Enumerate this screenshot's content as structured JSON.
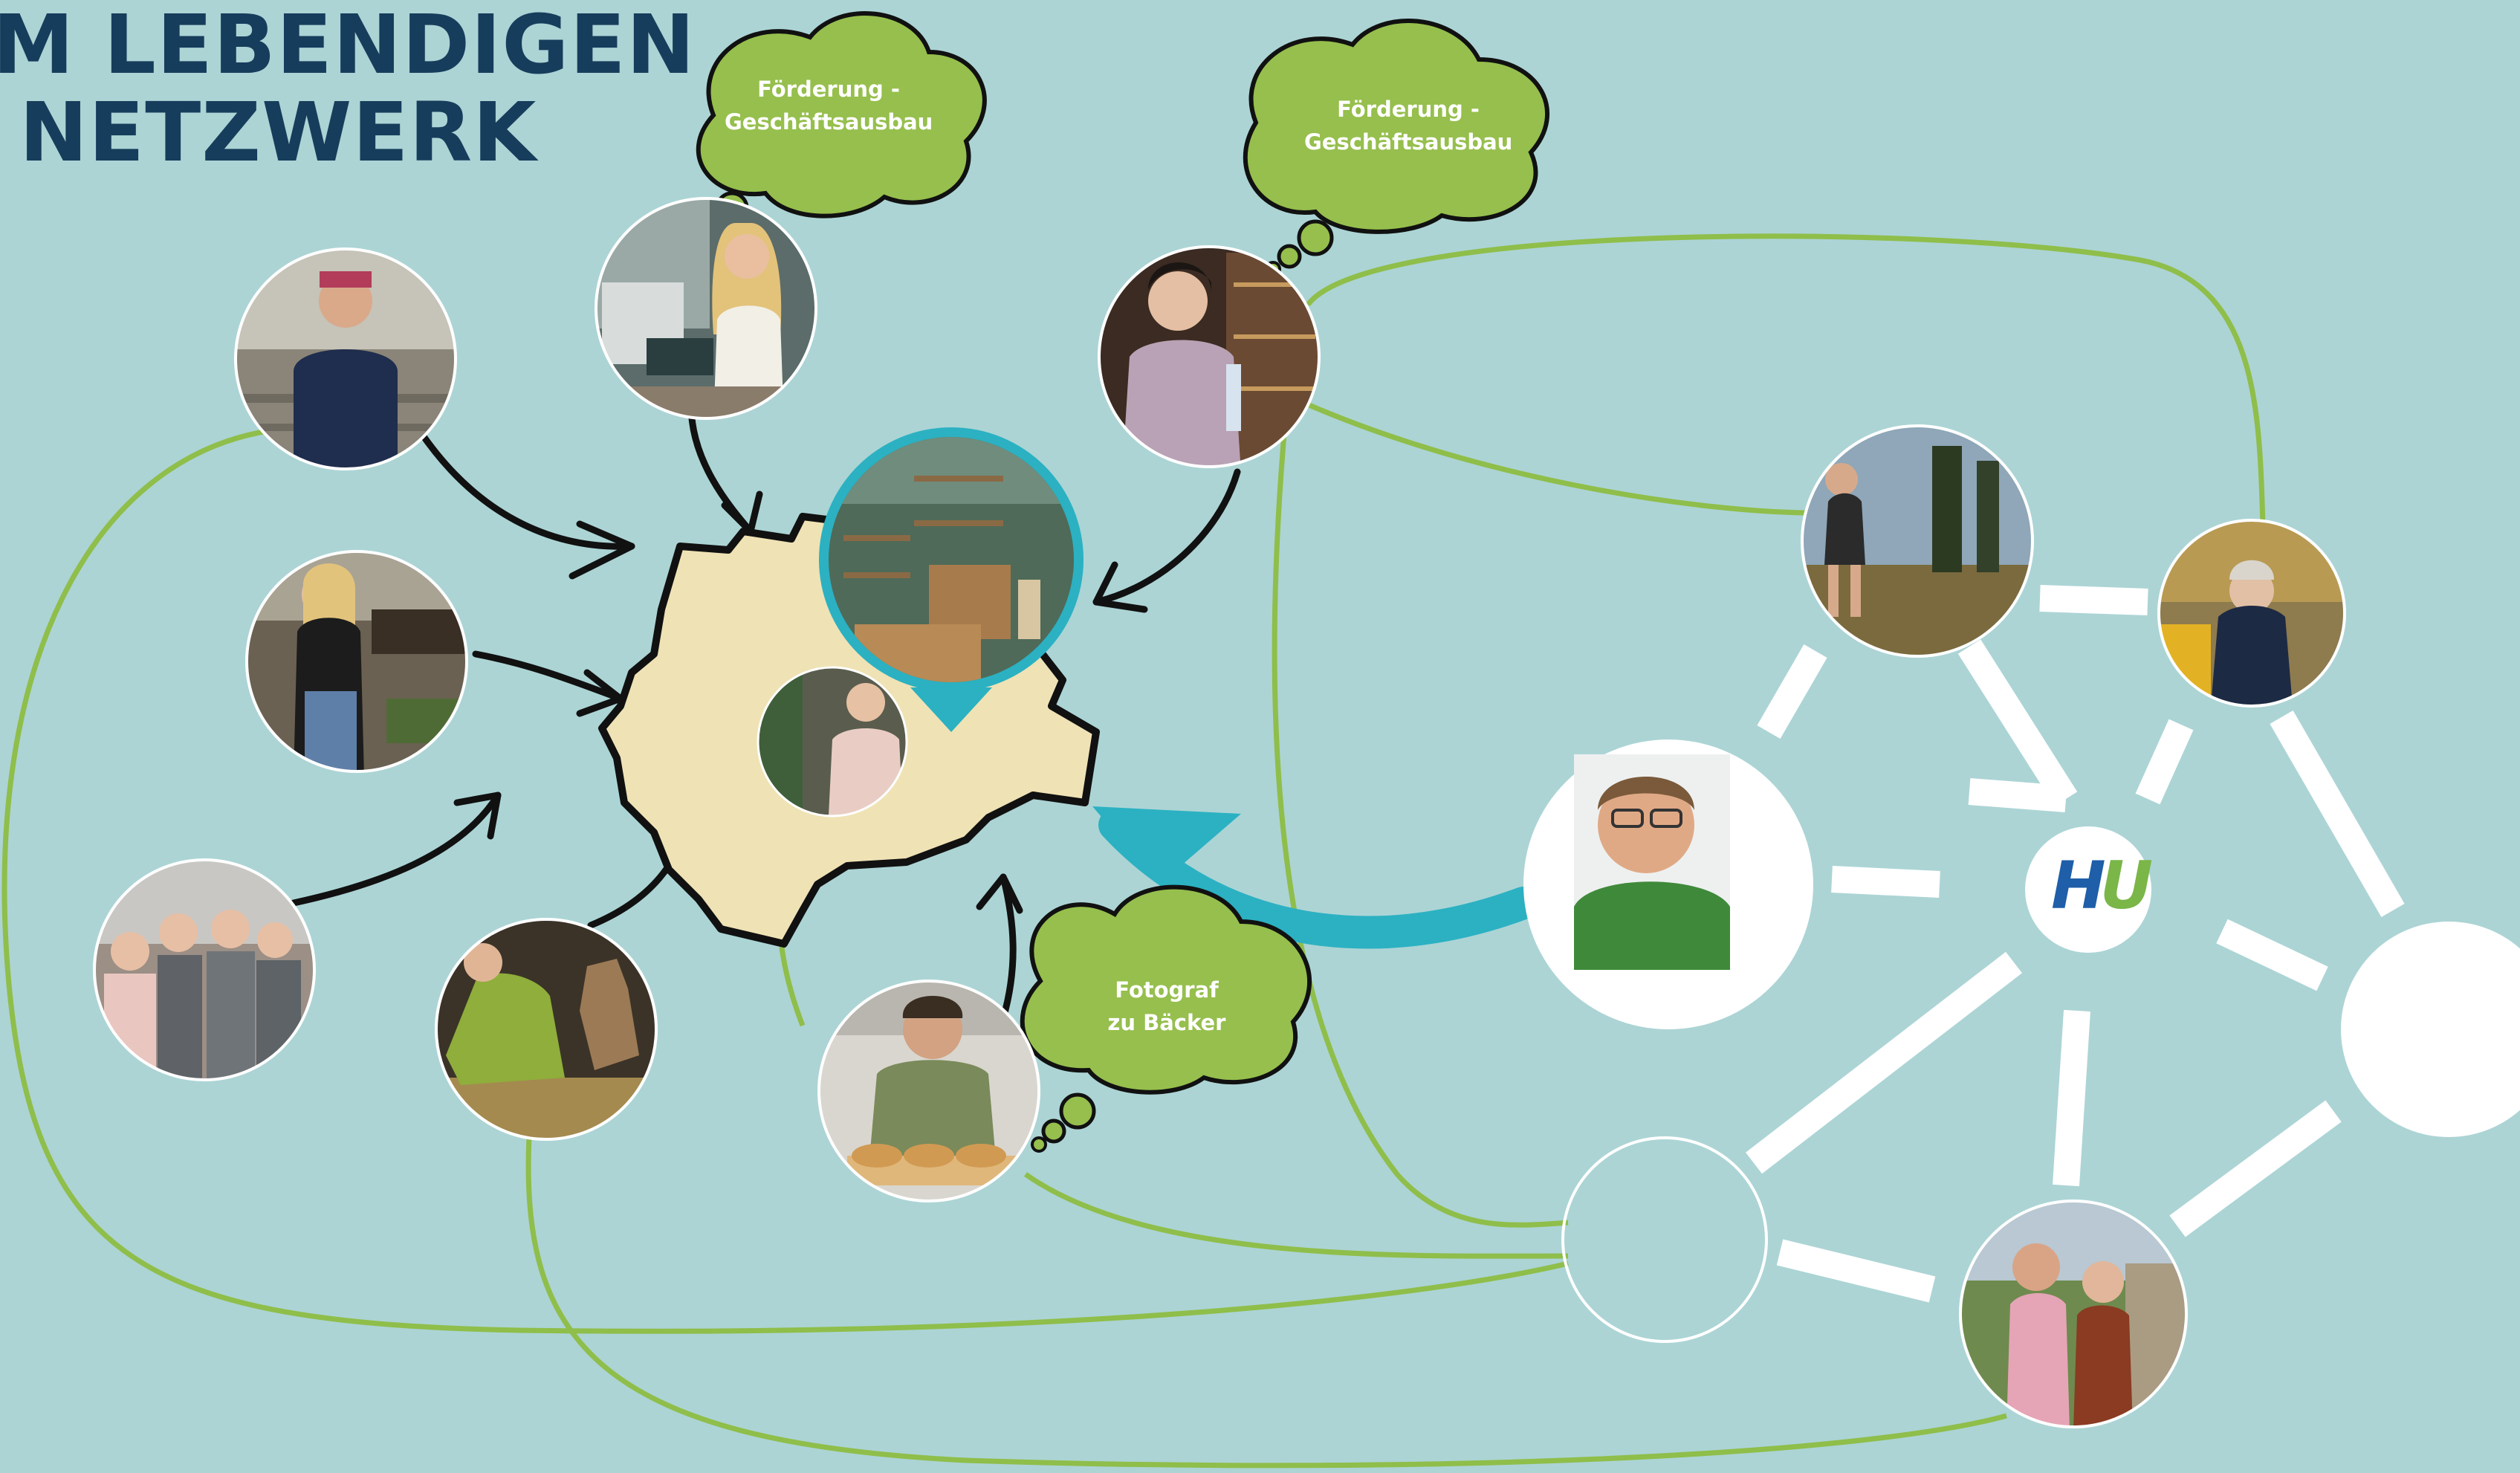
{
  "title": {
    "line1": "M LEBENDIGEN",
    "line2": "NETZWERK"
  },
  "bubbles": [
    {
      "line1": "Förderung -",
      "line2": "Geschäftsausbau"
    },
    {
      "line1": "Förderung -",
      "line2": "Geschäftsausbau"
    },
    {
      "line1": "Fotograf",
      "line2": "zu Bäcker"
    }
  ],
  "logo": {
    "left": "H",
    "right": "U"
  },
  "colors": {
    "background": "#acd4d5",
    "title": "#173d5c",
    "bubble": "#96bf4d",
    "green_line": "#8fbe4a",
    "teal_pin": "#2bb1c2",
    "map_fill": "#efe2b5",
    "logo_blue": "#1f5ea8",
    "logo_green": "#7ab648"
  },
  "people": [
    {
      "name": "woman-farmer-fence-photo",
      "icon": "person-icon"
    },
    {
      "name": "shop-owner-blonde-photo",
      "icon": "person-icon"
    },
    {
      "name": "wine-shop-owner-photo",
      "icon": "person-icon"
    },
    {
      "name": "hofladen-woman-photo",
      "icon": "person-icon"
    },
    {
      "name": "family-group-photo",
      "icon": "person-icon"
    },
    {
      "name": "goat-farmer-photo",
      "icon": "person-icon"
    },
    {
      "name": "baker-photo",
      "icon": "person-icon"
    },
    {
      "name": "center-woman-photo",
      "icon": "person-icon"
    },
    {
      "name": "runner-photo",
      "icon": "person-icon"
    },
    {
      "name": "seated-woman-photo",
      "icon": "person-icon"
    },
    {
      "name": "main-man-portrait",
      "icon": "person-icon"
    },
    {
      "name": "couple-bench-photo",
      "icon": "person-icon"
    },
    {
      "name": "couple-vineyard-photo",
      "icon": "person-icon"
    }
  ]
}
